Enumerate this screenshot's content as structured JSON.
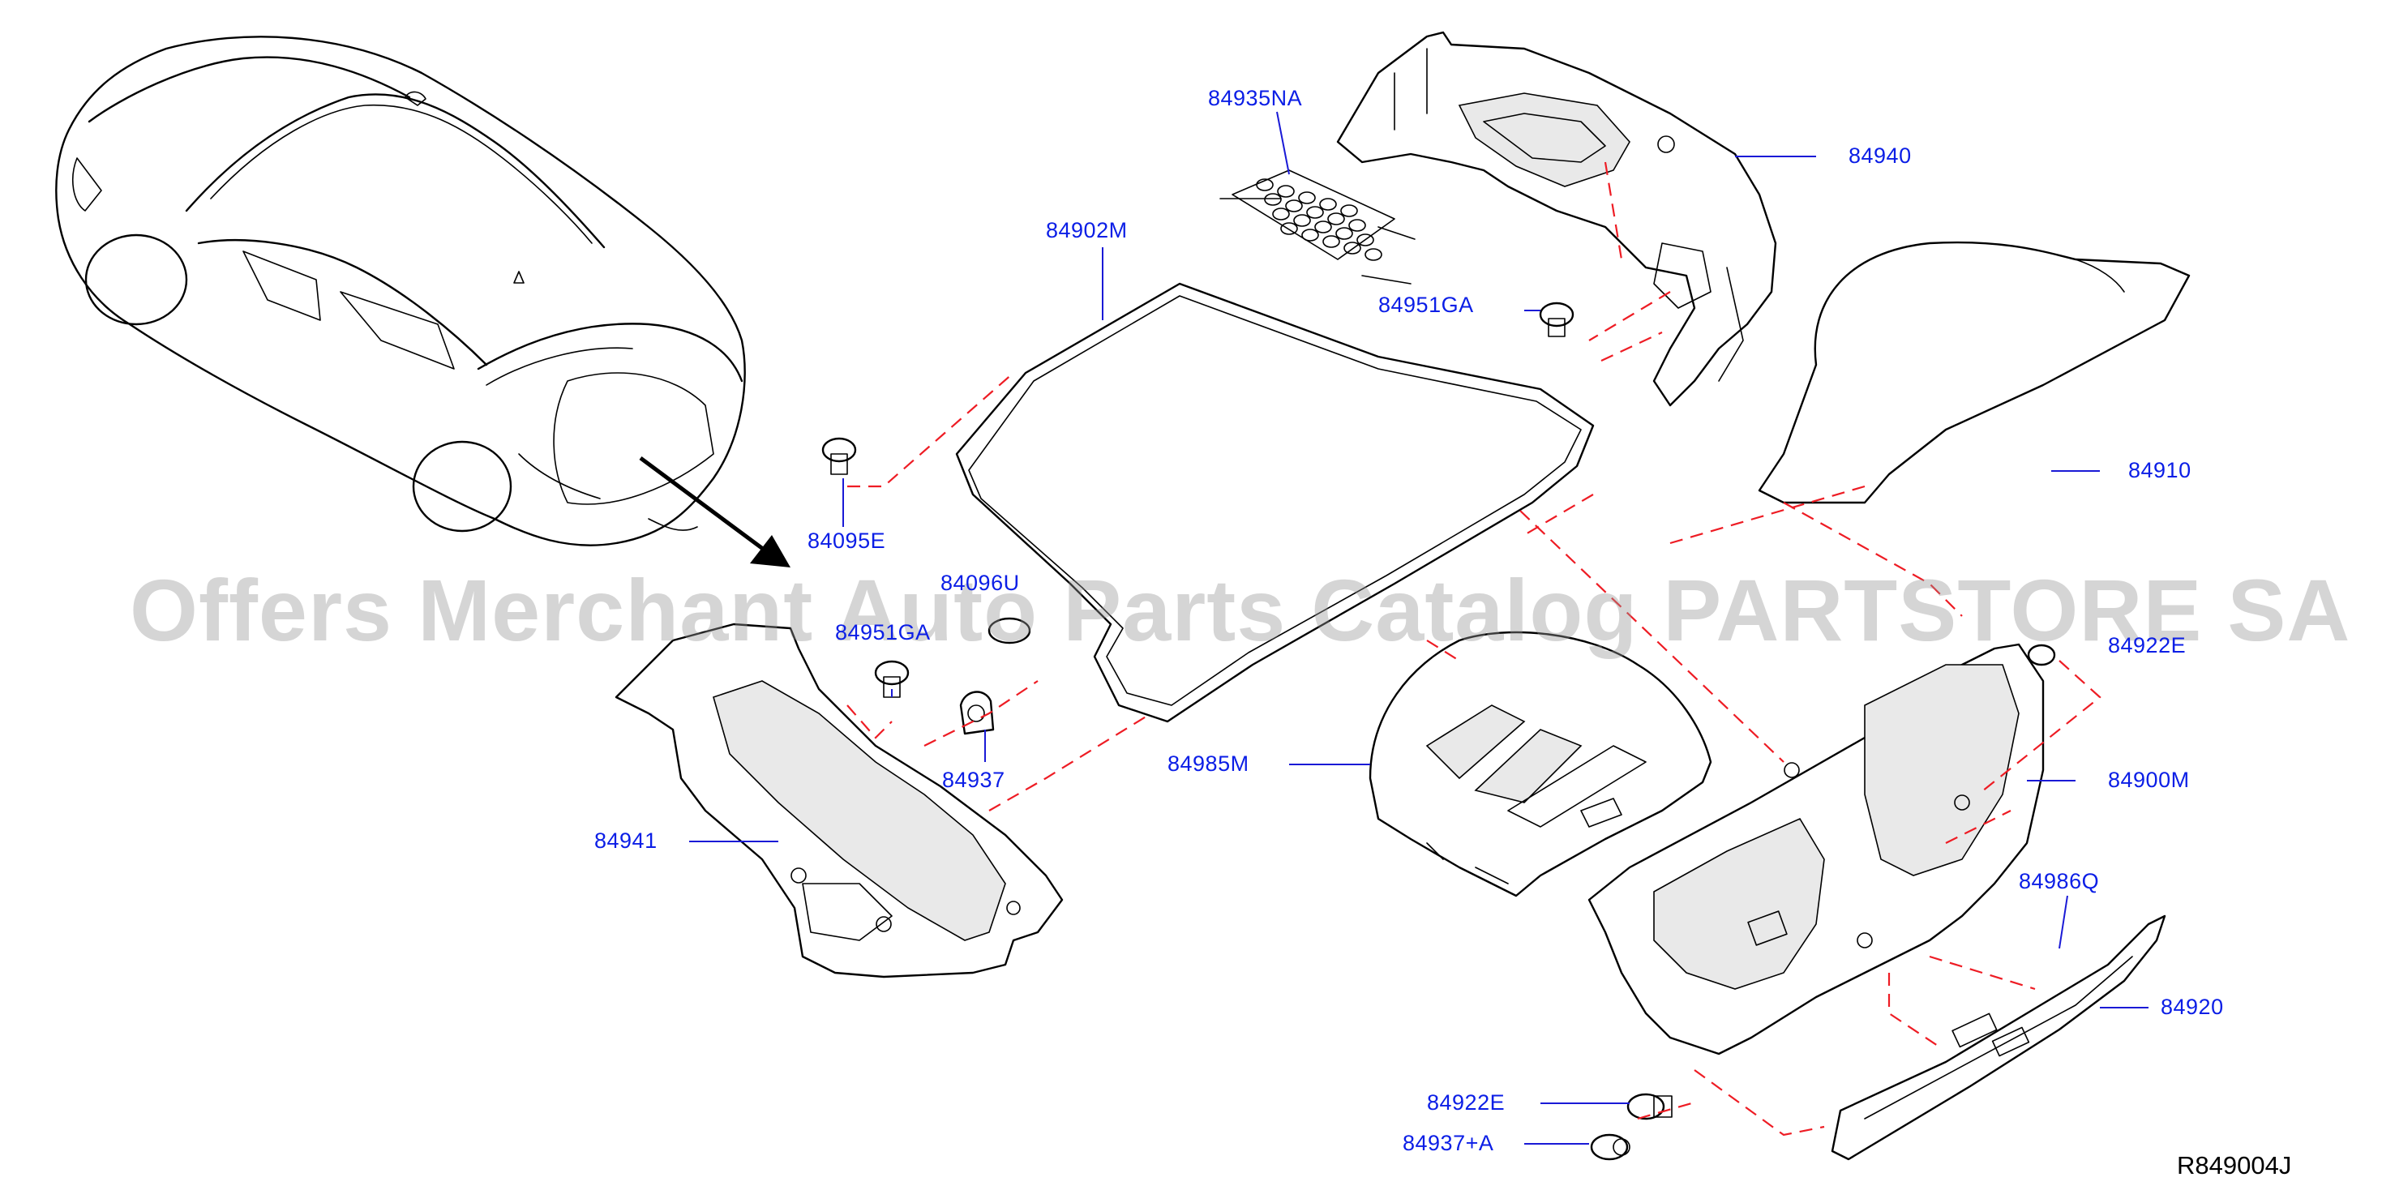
{
  "watermark": "Offers Merchant Auto Parts Catalog PARTSTORE SA",
  "diagram_code": "R849004J",
  "colors": {
    "label": "#0b1ee6",
    "dashed_guides": "#ee1c24",
    "outline": "#000000",
    "watermark": "#969696"
  },
  "labels": {
    "p84935NA": "84935NA",
    "p84940": "84940",
    "p84902M": "84902M",
    "p84951GA": "84951GA",
    "p84910": "84910",
    "p84095E": "84095E",
    "p84096U": "84096U",
    "p84951GA_left": "84951GA",
    "p84922E_right": "84922E",
    "p84937": "84937",
    "p84985M": "84985M",
    "p84900M": "84900M",
    "p84941": "84941",
    "p84986Q": "84986Q",
    "p84920": "84920",
    "p84922E": "84922E",
    "p84937A": "84937+A"
  }
}
